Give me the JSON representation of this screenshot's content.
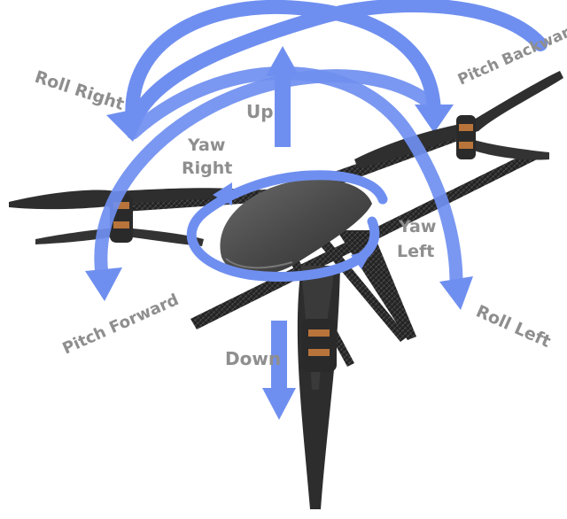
{
  "labels": {
    "roll_right": "Roll Right",
    "pitch_backward": "Pitch Backward",
    "up": "Up",
    "yaw_right_1": "Yaw",
    "yaw_right_2": "Right",
    "yaw_left_1": "Yaw",
    "yaw_left_2": "Left",
    "pitch_forward": "Pitch Forward",
    "roll_left": "Roll Left",
    "down": "Down"
  },
  "colors": {
    "arrow_fill": "#6f8ff0",
    "arrow_stroke": "#5f7fe0",
    "label_text": "#8e8e8e",
    "drone_body": "#4b4b4b",
    "carbon_fiber": "#2b2b2b",
    "motor": "#b8743a"
  }
}
